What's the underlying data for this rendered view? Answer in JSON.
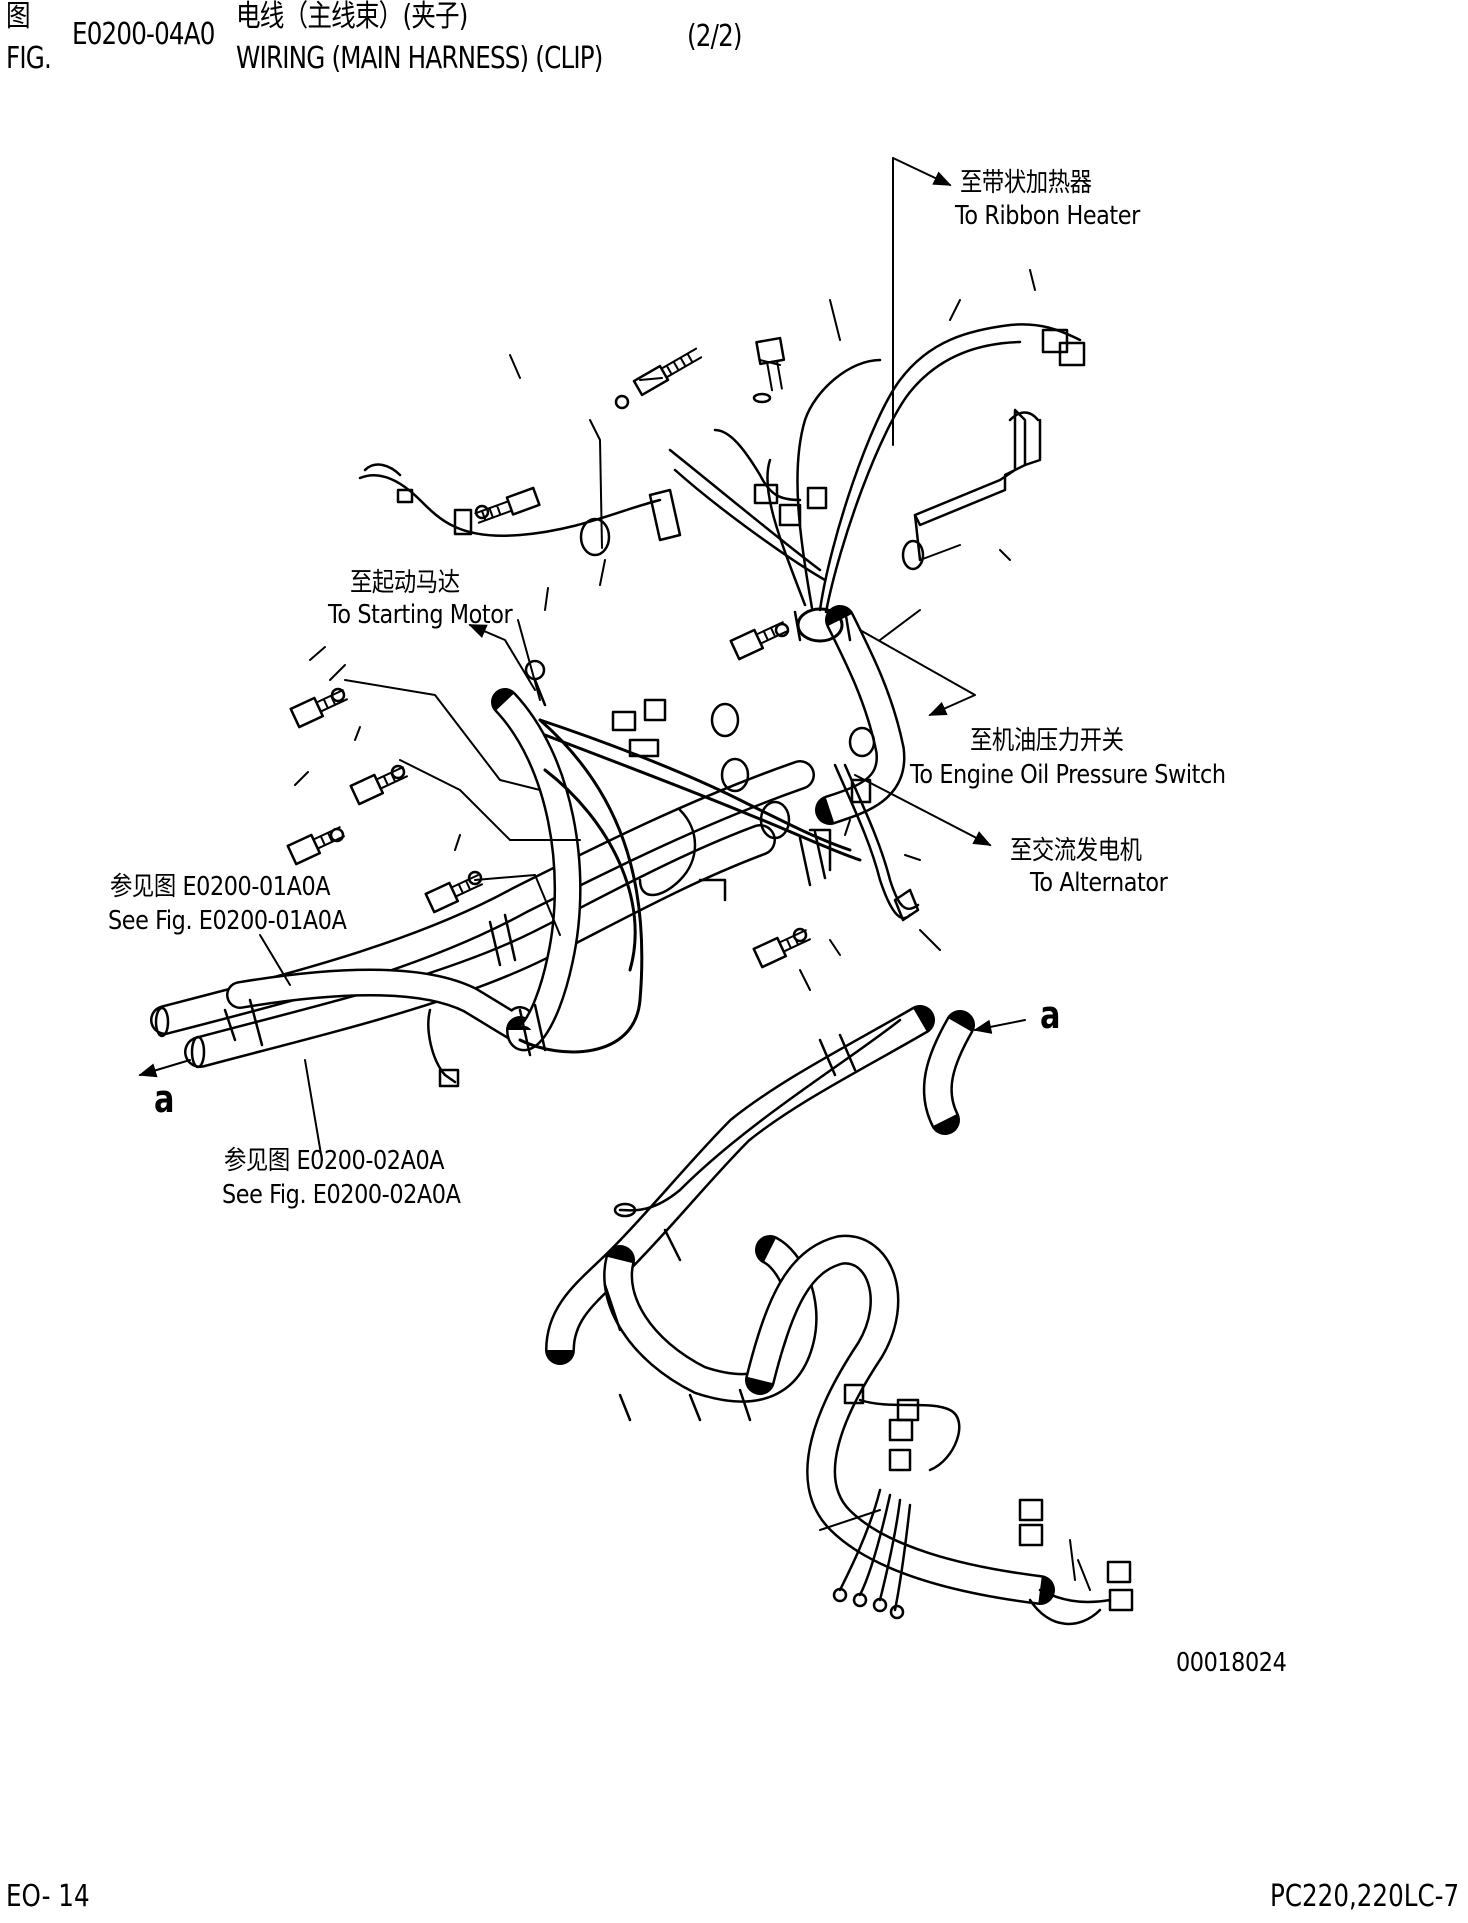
{
  "header": {
    "fig_cn": "图",
    "fig_en": "FIG.",
    "fig_number": "E0200-04A0",
    "title_cn": "电线（主线束）(夹子)",
    "title_en": "WIRING (MAIN HARNESS) (CLIP)",
    "page": "(2/2)"
  },
  "callouts": {
    "ribbon_heater_cn": "至带状加热器",
    "ribbon_heater_en": "To Ribbon Heater",
    "starting_motor_cn": "至起动马达",
    "starting_motor_en": "To Starting Motor",
    "oil_pressure_cn": "至机油压力开关",
    "oil_pressure_en": "To Engine Oil Pressure Switch",
    "alternator_cn": "至交流发电机",
    "alternator_en": "To Alternator",
    "see_01_cn": "参见图 E0200-01A0A",
    "see_01_en": "See Fig. E0200-01A0A",
    "see_02_cn": "参见图 E0200-02A0A",
    "see_02_en": "See Fig. E0200-02A0A",
    "marker_left": "a",
    "marker_right": "a"
  },
  "image_code": "00018024",
  "footer": {
    "page_id": "EO- 14",
    "model": "PC220,220LC-7"
  }
}
